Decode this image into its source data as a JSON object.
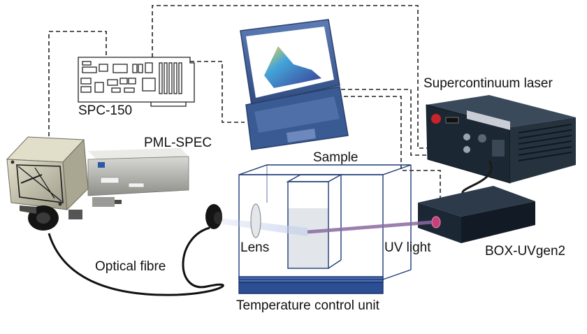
{
  "labels": {
    "spc150": "SPC-150",
    "pml_spec": "PML-SPEC",
    "sample": "Sample",
    "supercontinuum_laser": "Supercontinuum laser",
    "lens": "Lens",
    "uv_light": "UV light",
    "box_uvgen2": "BOX-UVgen2",
    "optical_fibre": "Optical fibre",
    "temperature_control_unit": "Temperature control unit"
  },
  "colors": {
    "laptop_blue": "#3f5f99",
    "cuvette_frame": "#1e3a78",
    "uv_beam": "#8a6aa0",
    "box_body": "#1b2a3a",
    "spectrometer_body": "#c8c7b3"
  }
}
